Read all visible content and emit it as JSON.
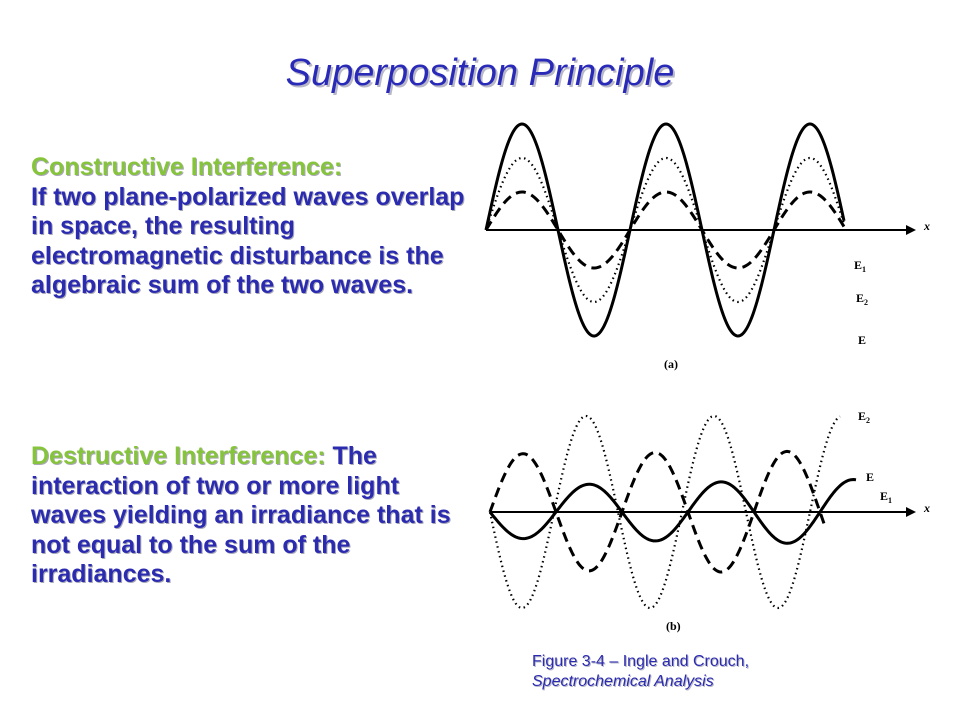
{
  "title": "Superposition Principle",
  "constructive": {
    "heading": "Constructive Interference:",
    "body": "If two plane-polarized waves overlap in space, the resulting electromagnetic disturbance is the algebraic sum of the two waves."
  },
  "destructive": {
    "heading": "Destructive Interference:",
    "body": "The interaction of two or more light waves yielding an irradiance that is not equal to the sum of the irradiances."
  },
  "figure_a": {
    "panel_label": "(a)",
    "axis_label": "x",
    "labels": {
      "e1": "E",
      "e1_sub": "1",
      "e2": "E",
      "e2_sub": "2",
      "sum": "E"
    }
  },
  "figure_b": {
    "panel_label": "(b)",
    "axis_label": "x",
    "labels": {
      "e2": "E",
      "e2_sub": "2",
      "sum": "E",
      "e1": "E",
      "e1_sub": "1"
    }
  },
  "caption": {
    "line1": "Figure 3-4 – Ingle and Crouch,",
    "line2": "Spectrochemical Analysis"
  }
}
